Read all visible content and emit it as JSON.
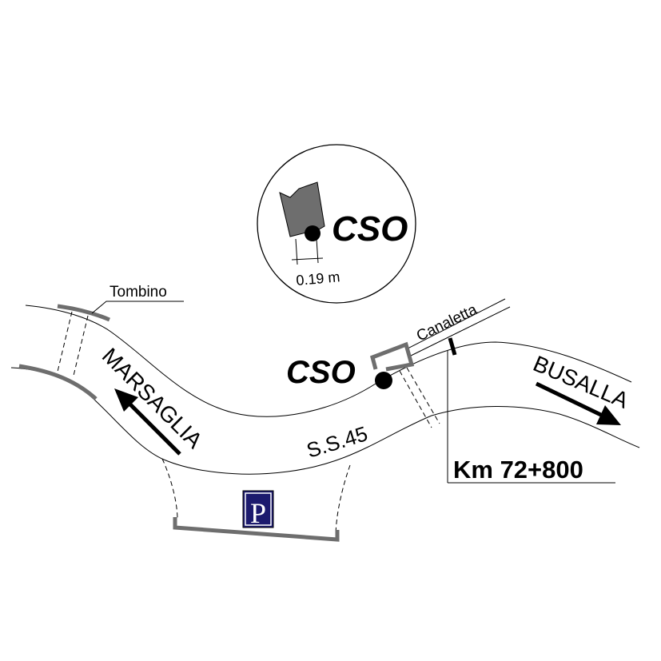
{
  "inset": {
    "station_label": "CSO",
    "offset_label": "0.19 m"
  },
  "map": {
    "tombino_label": "Tombino",
    "canaletta_label": "Canaletta",
    "station_label": "CSO",
    "road_label": "S.S.45",
    "direction_left": "MARSAGLIA",
    "direction_right": "BUSALLA",
    "km_label": "Km 72+800",
    "parking_label": "P"
  },
  "colors": {
    "line": "#000000",
    "grey_structure": "#6e6e6e",
    "parking_bg": "#1c1a6e",
    "parking_fg": "#ffffff"
  }
}
